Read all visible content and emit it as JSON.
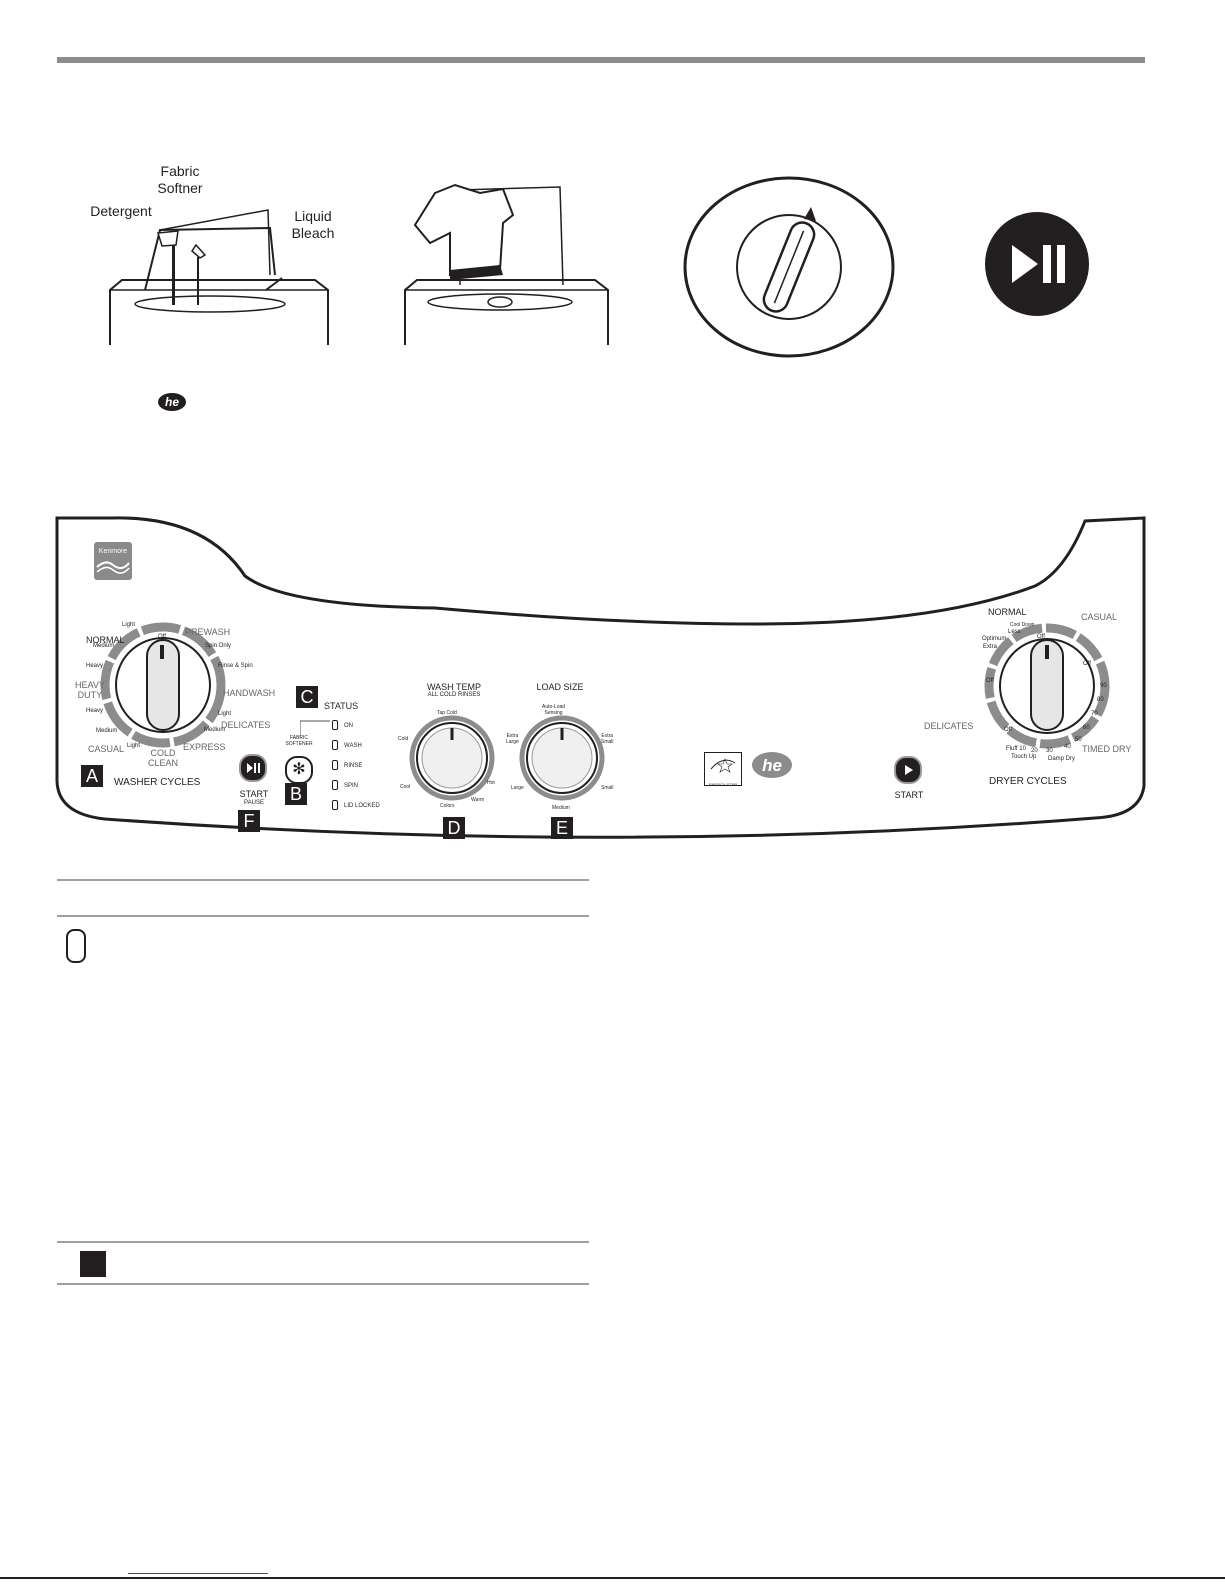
{
  "illustrations": {
    "dispenser_labels": {
      "fabric_softener": "Fabric\nSoftner",
      "detergent": "Detergent",
      "liquid_bleach": "Liquid\nBleach"
    }
  },
  "panel": {
    "brand": "Kenmore",
    "washer": {
      "normal": "NORMAL",
      "light": "Light",
      "medium": "Medium",
      "heavy": "Heavy",
      "heavy_duty": "HEAVY\nDUTY",
      "heavy2": "Heavy",
      "medium2": "Medium",
      "casual": "CASUAL",
      "light2": "Light",
      "cold_clean": "COLD\nCLEAN",
      "express": "EXPRESS",
      "medium3": "Medium",
      "light3": "Light",
      "delicates": "DELICATES",
      "handwash": "HANDWASH",
      "rinse_spin": "Rinse & Spin",
      "spin_only": "Spin Only",
      "prewash": "PREWASH",
      "off": "Off",
      "letter": "A",
      "title": "WASHER CYCLES"
    },
    "start_pause": {
      "start": "START",
      "pause": "PAUSE",
      "letter": "F"
    },
    "fabric_softener": {
      "label": "FABRIC\nSOFTENER",
      "letter": "B"
    },
    "status": {
      "letter": "C",
      "title": "STATUS",
      "items": [
        "ON",
        "WASH",
        "RINSE",
        "SPIN",
        "LID LOCKED"
      ]
    },
    "wash_temp": {
      "title": "WASH TEMP",
      "subtitle": "ALL COLD RINSES",
      "tap_cold": "Tap Cold",
      "cold": "Cold",
      "cool": "Cool",
      "colors": "Colors",
      "warm": "Warm",
      "hot": "Hot",
      "letter": "D"
    },
    "load_size": {
      "title": "LOAD SIZE",
      "auto": "Auto-Load\nSensing",
      "extra_large": "Extra\nLarge",
      "large": "Large",
      "medium": "Medium",
      "small": "Small",
      "extra_small": "Extra\nSmall",
      "letter": "E"
    },
    "energy_star": "ENERGY STAR",
    "dryer_start": "START",
    "dryer": {
      "normal": "NORMAL",
      "casual": "CASUAL",
      "cool_down": "Cool Down",
      "less": "Less",
      "optimum": "Optimum",
      "extra": "Extra",
      "off": "Off",
      "delicates": "DELICATES",
      "timed_dry": "TIMED DRY",
      "touch_up": "Touch Up",
      "damp_dry": "Damp Dry",
      "fluff": "Fluff 10",
      "numbers": [
        "20",
        "30",
        "40",
        "50",
        "60",
        "70",
        "80",
        "90"
      ],
      "title": "DRYER CYCLES"
    }
  }
}
